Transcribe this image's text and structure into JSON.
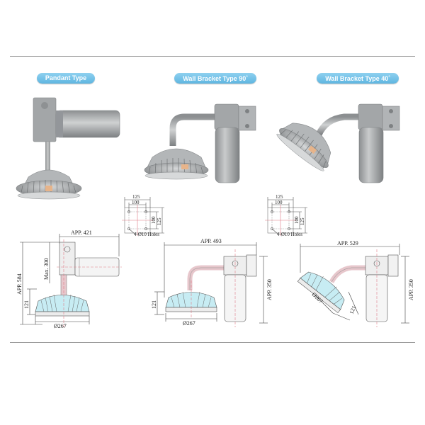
{
  "titles": {
    "pendant": "Pandant Type",
    "wall90_text": "Wall Bracket Type 90",
    "wall40_text": "Wall Bracket Type 40",
    "degree": "°"
  },
  "mount_plate": {
    "w_outer": "125",
    "w_inner": "100",
    "h_inner": "100",
    "h_outer": "125",
    "holes": "4-Ø10 Holes"
  },
  "pendant_dims": {
    "width": "APP. 421",
    "height": "APP. 584",
    "max": "Max. 300",
    "lamp_h": "121",
    "dia": "Ø267"
  },
  "wall90_dims": {
    "width": "APP. 493",
    "height": "APP. 350",
    "lamp_h": "121",
    "dia": "Ø267"
  },
  "wall40_dims": {
    "width": "APP. 529",
    "height": "APP. 350",
    "lamp_h": "121",
    "dia": "Ø267"
  },
  "colors": {
    "pill": "#6fc0e8",
    "fixture_gray": "#a3a6a8",
    "cyan_accent": "#c7ecf3",
    "pink_pipe": "#e7c7cc",
    "center_line": "#e07a86"
  }
}
